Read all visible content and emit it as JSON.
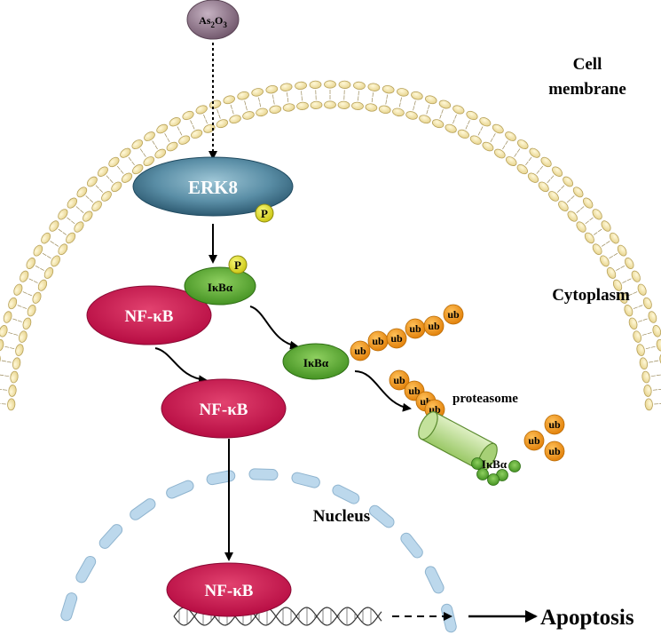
{
  "labels": {
    "drug": "As",
    "drug_sub1": "2",
    "drug_mid": "O",
    "drug_sub2": "3",
    "cell_membrane_line1": "Cell",
    "cell_membrane_line2": "membrane",
    "cytoplasm": "Cytoplasm",
    "nucleus": "Nucleus",
    "erk8": "ERK8",
    "phospho": "P",
    "ikba": "IκBα",
    "nfkb": "NF-κB",
    "ubiquitin": "ub",
    "proteasome": "proteasome",
    "apoptosis": "Apoptosis"
  },
  "colors": {
    "drug": "#8a7085",
    "erk8": "#3d6f86",
    "nfkb": "#c4124f",
    "ikba": "#5aa830",
    "ubiquitin": "#f0920f",
    "phospho": "#e6e21a",
    "proteasome": "#b8dc8c",
    "membrane_head": "#f3e4a2",
    "nuclear_envelope": "#b9d5ea"
  },
  "icons": [
    "membrane-bilayer",
    "proteasome-cylinder",
    "dna-helix",
    "nuclear-envelope"
  ]
}
